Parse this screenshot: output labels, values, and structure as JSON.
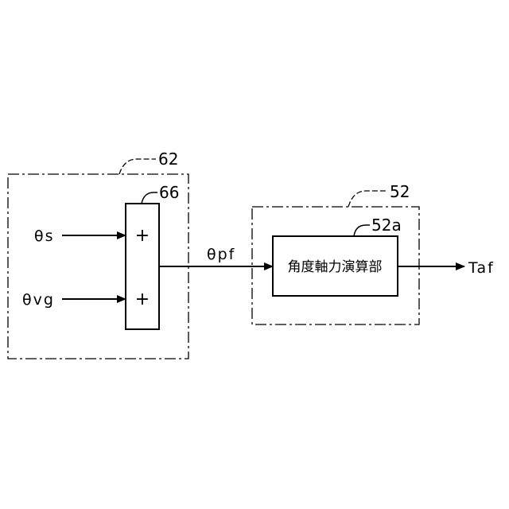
{
  "labels": {
    "ref_62": "62",
    "ref_66": "66",
    "ref_52": "52",
    "ref_52a": "52a",
    "input_theta_s": "θs",
    "input_theta_vg": "θvg",
    "signal_theta_pf": "θpf",
    "output_taf": "Taf",
    "adder_plus_top": "+",
    "adder_plus_bottom": "+",
    "block_52a_name": "角度軸力演算部"
  },
  "colors": {
    "line": "#000000",
    "background": "#ffffff"
  }
}
